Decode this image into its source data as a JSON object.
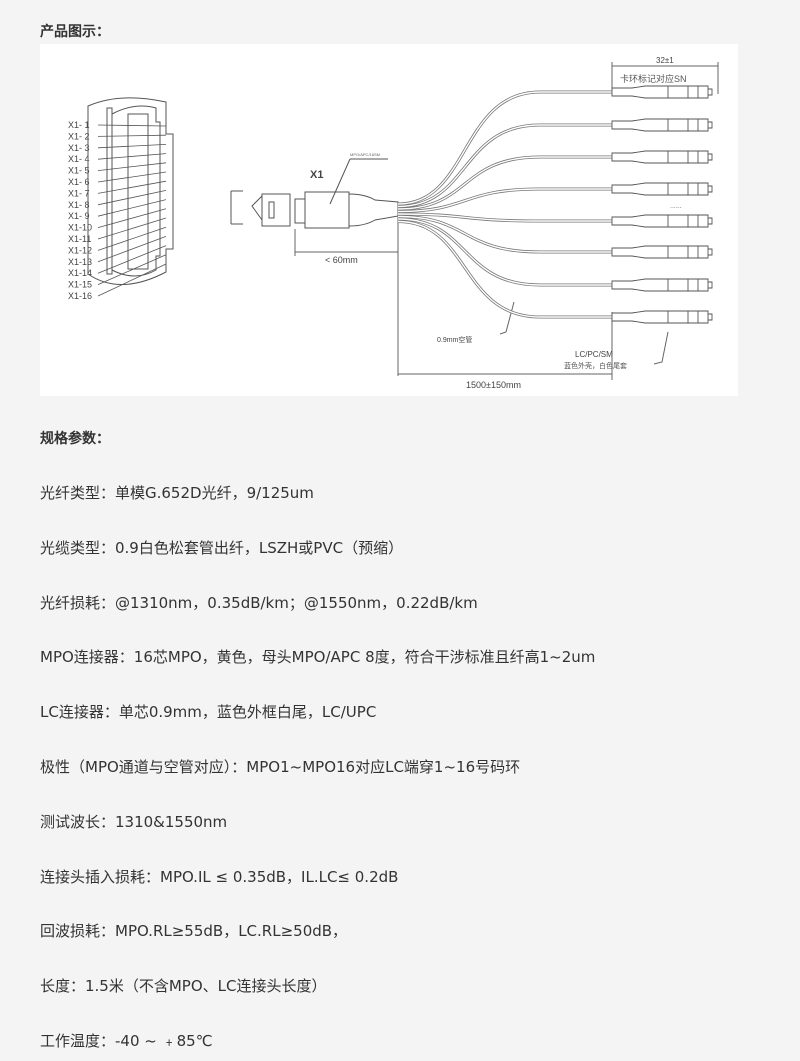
{
  "section_image_title": "产品图示：",
  "diagram": {
    "pin_labels": [
      "X1- 1",
      "X1- 2",
      "X1- 3",
      "X1- 4",
      "X1- 5",
      "X1- 6",
      "X1- 7",
      "X1- 8",
      "X1- 9",
      "X1-10",
      "X1-11",
      "X1-12",
      "X1-13",
      "X1-14",
      "X1-15",
      "X1-16"
    ],
    "connector_label": "X1",
    "connector_tag": "MPO/APC/16SM",
    "length_mpo": "< 60mm",
    "length_ring": "32±1",
    "ring_note": "卡环标记对应SN",
    "tube_note": "0.9mm空管",
    "lc_type": "LC/PC/SM",
    "lc_color_note": "蓝色外壳，白色尾套",
    "total_length": "1500±150mm",
    "ellipsis": "......"
  },
  "section_spec_title": "规格参数：",
  "specs": [
    "光纤类型：单模G.652D光纤，9/125um",
    "光缆类型：0.9白色松套管出纤，LSZH或PVC（预缩）",
    "光纤损耗：@1310nm，0.35dB/km；@1550nm，0.22dB/km",
    "MPO连接器：16芯MPO，黄色，母头MPO/APC 8度，符合干涉标准且纤高1~2um",
    "LC连接器：单芯0.9mm，蓝色外框白尾，LC/UPC",
    "极性（MPO通道与空管对应）：MPO1~MPO16对应LC端穿1~16号码环",
    "测试波长：1310&1550nm",
    "连接头插入损耗：MPO.IL ≤ 0.35dB，IL.LC≤ 0.2dB",
    "回波损耗：MPO.RL≥55dB，LC.RL≥50dB，",
    "长度：1.5米（不含MPO、LC连接头长度）",
    "工作温度：-40 ~ ﹢85℃"
  ]
}
